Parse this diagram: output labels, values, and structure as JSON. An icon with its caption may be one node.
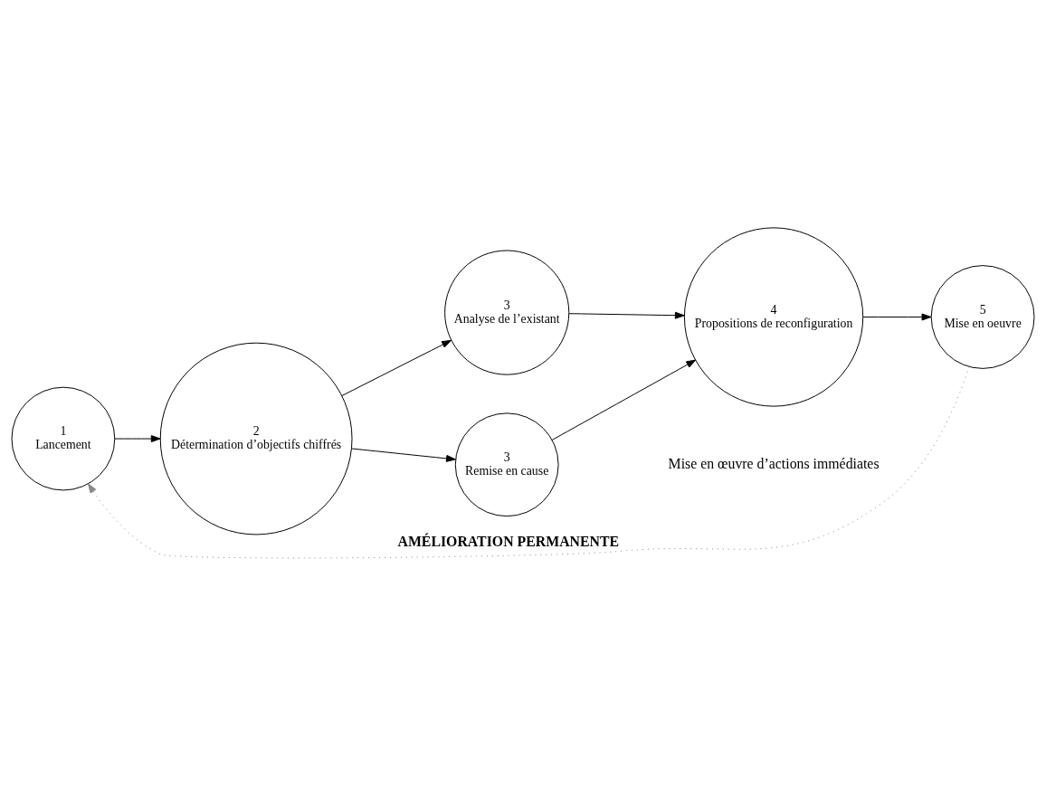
{
  "diagram": {
    "nodes": [
      {
        "text": [
          "1",
          "Lancement"
        ]
      },
      {
        "text": [
          "2",
          "Détermination d’objectifs chiffrés"
        ]
      },
      {
        "text": [
          "3",
          "Analyse de l’existant"
        ]
      },
      {
        "text": [
          "3",
          "Remise en cause"
        ]
      },
      {
        "text": [
          "4",
          "Propositions de reconfiguration"
        ]
      },
      {
        "text": [
          "5",
          "Mise en oeuvre"
        ]
      }
    ],
    "edges": [
      {
        "from": 0,
        "to": 1,
        "arrow": "to"
      },
      {
        "from": 1,
        "to": 2,
        "arrow": "to"
      },
      {
        "from": 1,
        "to": 3,
        "arrow": "to"
      },
      {
        "from": 2,
        "to": 4,
        "arrow": "to"
      },
      {
        "from": 3,
        "to": 4,
        "arrow": "to"
      },
      {
        "from": 4,
        "to": 5,
        "arrow": "to"
      },
      {
        "from": 5,
        "to": 0,
        "arrow": "to",
        "label": "AMÉLIORATION PERMANENTE",
        "style": "dashed",
        "color": "#888888"
      }
    ],
    "labels": [
      "Mise en œuvre d’actions immédiates"
    ]
  }
}
